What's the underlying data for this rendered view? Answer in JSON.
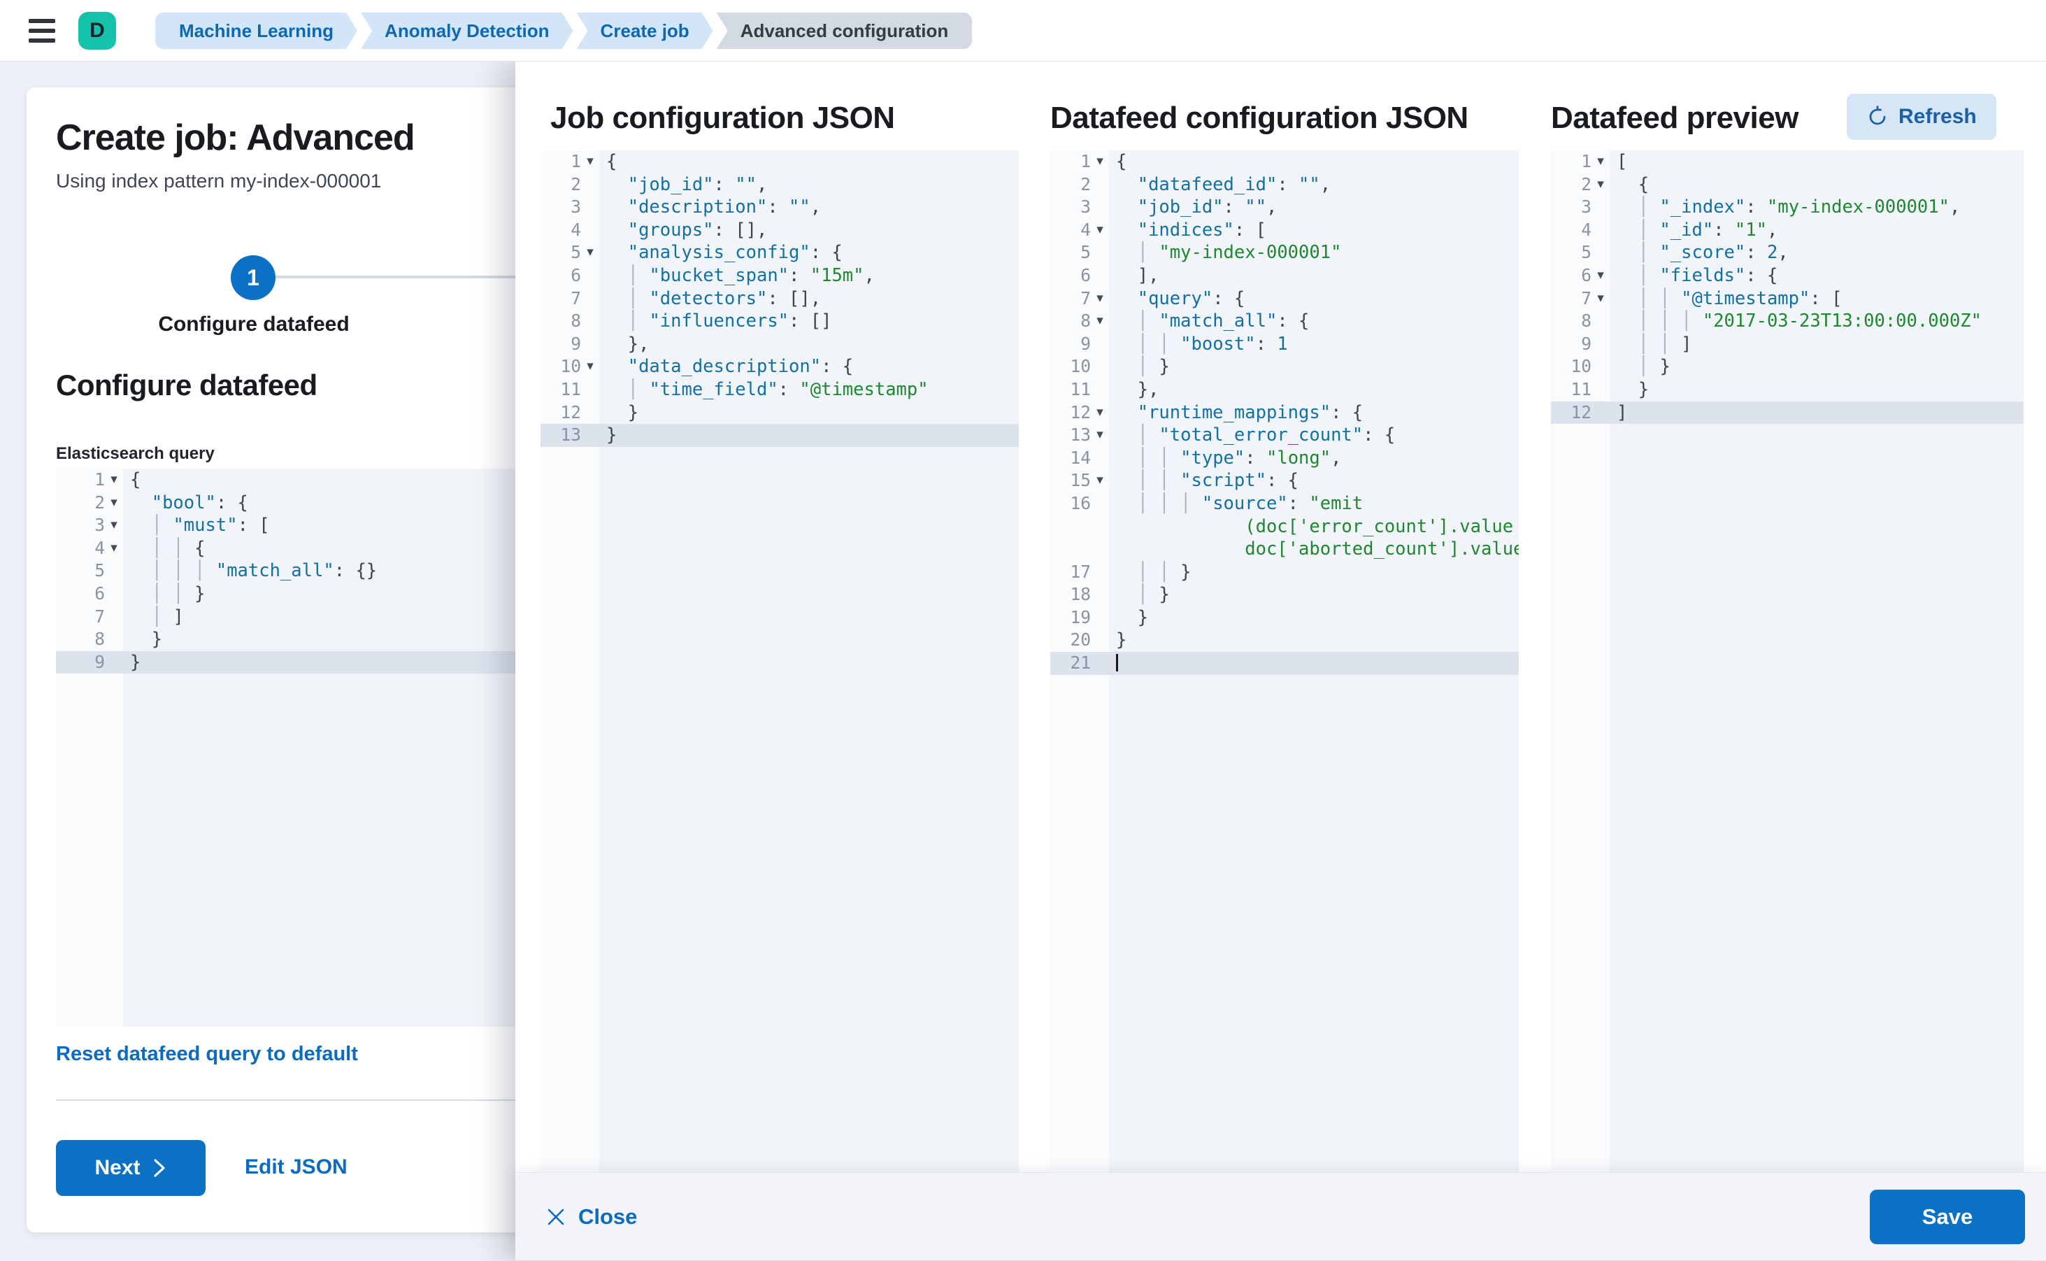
{
  "colors": {
    "primary": "#0b71c5",
    "link": "#0b6bc0",
    "avatar_bg": "#16c2aa",
    "crumb_blue_bg": "#d2e6f7",
    "crumb_blue_text": "#0d68b1",
    "crumb_gray_bg": "#d3dae4",
    "code_key": "#1270a2",
    "code_string": "#1e8730",
    "active_line": "#dce3ed",
    "refresh_bg": "#d6e6f7"
  },
  "nav": {
    "avatar_initial": "D",
    "breadcrumbs": [
      {
        "label": "Machine Learning",
        "style": "blue"
      },
      {
        "label": "Anomaly Detection",
        "style": "blue"
      },
      {
        "label": "Create job",
        "style": "blue"
      },
      {
        "label": "Advanced configuration",
        "style": "gray"
      }
    ]
  },
  "card": {
    "title": "Create job: Advanced",
    "subtitle": "Using index pattern my-index-000001",
    "step": {
      "number": "1",
      "label": "Configure datafeed"
    },
    "section_heading": "Configure datafeed",
    "query_label": "Elasticsearch query",
    "reset_link": "Reset datafeed query to default",
    "next_label": "Next",
    "edit_json_label": "Edit JSON"
  },
  "footer": {
    "close_label": "Close",
    "save_label": "Save"
  },
  "editors": {
    "query": {
      "lines": [
        {
          "n": 1,
          "fold": true,
          "ind": 0,
          "segs": [
            [
              "p",
              "{"
            ]
          ]
        },
        {
          "n": 2,
          "fold": true,
          "ind": 2,
          "segs": [
            [
              "k",
              "\"bool\""
            ],
            [
              "p",
              ": {"
            ]
          ]
        },
        {
          "n": 3,
          "fold": true,
          "ind": 4,
          "segs": [
            [
              "k",
              "\"must\""
            ],
            [
              "p",
              ": ["
            ]
          ]
        },
        {
          "n": 4,
          "fold": true,
          "ind": 6,
          "segs": [
            [
              "p",
              "{"
            ]
          ]
        },
        {
          "n": 5,
          "fold": false,
          "ind": 8,
          "segs": [
            [
              "k",
              "\"match_all\""
            ],
            [
              "p",
              ": {}"
            ]
          ]
        },
        {
          "n": 6,
          "fold": false,
          "ind": 6,
          "segs": [
            [
              "p",
              "}"
            ]
          ]
        },
        {
          "n": 7,
          "fold": false,
          "ind": 4,
          "segs": [
            [
              "p",
              "]"
            ]
          ]
        },
        {
          "n": 8,
          "fold": false,
          "ind": 2,
          "segs": [
            [
              "p",
              "}"
            ]
          ]
        },
        {
          "n": 9,
          "fold": false,
          "ind": 0,
          "active": true,
          "segs": [
            [
              "p",
              "}"
            ]
          ]
        }
      ]
    },
    "job": {
      "title": "Job configuration JSON",
      "lines": [
        {
          "n": 1,
          "fold": true,
          "ind": 0,
          "segs": [
            [
              "p",
              "{"
            ]
          ]
        },
        {
          "n": 2,
          "fold": false,
          "ind": 2,
          "segs": [
            [
              "k",
              "\"job_id\""
            ],
            [
              "p",
              ": "
            ],
            [
              "k",
              "\"\""
            ],
            [
              "p",
              ","
            ]
          ]
        },
        {
          "n": 3,
          "fold": false,
          "ind": 2,
          "segs": [
            [
              "k",
              "\"description\""
            ],
            [
              "p",
              ": "
            ],
            [
              "k",
              "\"\""
            ],
            [
              "p",
              ","
            ]
          ]
        },
        {
          "n": 4,
          "fold": false,
          "ind": 2,
          "segs": [
            [
              "k",
              "\"groups\""
            ],
            [
              "p",
              ": [],"
            ]
          ]
        },
        {
          "n": 5,
          "fold": true,
          "ind": 2,
          "segs": [
            [
              "k",
              "\"analysis_config\""
            ],
            [
              "p",
              ": {"
            ]
          ]
        },
        {
          "n": 6,
          "fold": false,
          "ind": 4,
          "segs": [
            [
              "k",
              "\"bucket_span\""
            ],
            [
              "p",
              ": "
            ],
            [
              "s",
              "\"15m\""
            ],
            [
              "p",
              ","
            ]
          ]
        },
        {
          "n": 7,
          "fold": false,
          "ind": 4,
          "segs": [
            [
              "k",
              "\"detectors\""
            ],
            [
              "p",
              ": [],"
            ]
          ]
        },
        {
          "n": 8,
          "fold": false,
          "ind": 4,
          "segs": [
            [
              "k",
              "\"influencers\""
            ],
            [
              "p",
              ": []"
            ]
          ]
        },
        {
          "n": 9,
          "fold": false,
          "ind": 2,
          "segs": [
            [
              "p",
              "},"
            ]
          ]
        },
        {
          "n": 10,
          "fold": true,
          "ind": 2,
          "segs": [
            [
              "k",
              "\"data_description\""
            ],
            [
              "p",
              ": {"
            ]
          ]
        },
        {
          "n": 11,
          "fold": false,
          "ind": 4,
          "segs": [
            [
              "k",
              "\"time_field\""
            ],
            [
              "p",
              ": "
            ],
            [
              "s",
              "\"@timestamp\""
            ]
          ]
        },
        {
          "n": 12,
          "fold": false,
          "ind": 2,
          "segs": [
            [
              "p",
              "}"
            ]
          ]
        },
        {
          "n": 13,
          "fold": false,
          "ind": 0,
          "active": true,
          "segs": [
            [
              "p",
              "}"
            ]
          ]
        }
      ]
    },
    "datafeed": {
      "title": "Datafeed configuration JSON",
      "lines": [
        {
          "n": 1,
          "fold": true,
          "ind": 0,
          "segs": [
            [
              "p",
              "{"
            ]
          ]
        },
        {
          "n": 2,
          "fold": false,
          "ind": 2,
          "segs": [
            [
              "k",
              "\"datafeed_id\""
            ],
            [
              "p",
              ": "
            ],
            [
              "k",
              "\"\""
            ],
            [
              "p",
              ","
            ]
          ]
        },
        {
          "n": 3,
          "fold": false,
          "ind": 2,
          "segs": [
            [
              "k",
              "\"job_id\""
            ],
            [
              "p",
              ": "
            ],
            [
              "k",
              "\"\""
            ],
            [
              "p",
              ","
            ]
          ]
        },
        {
          "n": 4,
          "fold": true,
          "ind": 2,
          "segs": [
            [
              "k",
              "\"indices\""
            ],
            [
              "p",
              ": ["
            ]
          ]
        },
        {
          "n": 5,
          "fold": false,
          "ind": 4,
          "segs": [
            [
              "s",
              "\"my-index-000001\""
            ]
          ]
        },
        {
          "n": 6,
          "fold": false,
          "ind": 2,
          "segs": [
            [
              "p",
              "],"
            ]
          ]
        },
        {
          "n": 7,
          "fold": true,
          "ind": 2,
          "segs": [
            [
              "k",
              "\"query\""
            ],
            [
              "p",
              ": {"
            ]
          ]
        },
        {
          "n": 8,
          "fold": true,
          "ind": 4,
          "segs": [
            [
              "k",
              "\"match_all\""
            ],
            [
              "p",
              ": {"
            ]
          ]
        },
        {
          "n": 9,
          "fold": false,
          "ind": 6,
          "segs": [
            [
              "k",
              "\"boost\""
            ],
            [
              "p",
              ": "
            ],
            [
              "n",
              "1"
            ]
          ]
        },
        {
          "n": 10,
          "fold": false,
          "ind": 4,
          "segs": [
            [
              "p",
              "}"
            ]
          ]
        },
        {
          "n": 11,
          "fold": false,
          "ind": 2,
          "segs": [
            [
              "p",
              "},"
            ]
          ]
        },
        {
          "n": 12,
          "fold": true,
          "ind": 2,
          "segs": [
            [
              "k",
              "\"runtime_mappings\""
            ],
            [
              "p",
              ": {"
            ]
          ]
        },
        {
          "n": 13,
          "fold": true,
          "ind": 4,
          "segs": [
            [
              "k",
              "\"total_error_count\""
            ],
            [
              "p",
              ": {"
            ]
          ]
        },
        {
          "n": 14,
          "fold": false,
          "ind": 6,
          "segs": [
            [
              "k",
              "\"type\""
            ],
            [
              "p",
              ": "
            ],
            [
              "s",
              "\"long\""
            ],
            [
              "p",
              ","
            ]
          ]
        },
        {
          "n": 15,
          "fold": true,
          "ind": 6,
          "segs": [
            [
              "k",
              "\"script\""
            ],
            [
              "p",
              ": {"
            ]
          ]
        },
        {
          "n": 16,
          "fold": false,
          "ind": 8,
          "segs": [
            [
              "k",
              "\"source\""
            ],
            [
              "p",
              ": "
            ],
            [
              "s",
              "\"emit"
            ]
          ]
        },
        {
          "n": "",
          "wrap": true,
          "ind": 12,
          "segs": [
            [
              "s",
              "(doc['error_count'].value +"
            ]
          ]
        },
        {
          "n": "",
          "wrap": true,
          "ind": 12,
          "segs": [
            [
              "s",
              "doc['aborted_count'].value)\""
            ]
          ]
        },
        {
          "n": 17,
          "fold": false,
          "ind": 6,
          "segs": [
            [
              "p",
              "}"
            ]
          ]
        },
        {
          "n": 18,
          "fold": false,
          "ind": 4,
          "segs": [
            [
              "p",
              "}"
            ]
          ]
        },
        {
          "n": 19,
          "fold": false,
          "ind": 2,
          "segs": [
            [
              "p",
              "}"
            ]
          ]
        },
        {
          "n": 20,
          "fold": false,
          "ind": 0,
          "segs": [
            [
              "p",
              "}"
            ]
          ]
        },
        {
          "n": 21,
          "fold": false,
          "ind": 0,
          "active": true,
          "caret": true,
          "segs": []
        }
      ]
    },
    "preview": {
      "title": "Datafeed preview",
      "refresh_label": "Refresh",
      "lines": [
        {
          "n": 1,
          "fold": true,
          "ind": 0,
          "segs": [
            [
              "p",
              "["
            ]
          ]
        },
        {
          "n": 2,
          "fold": true,
          "ind": 2,
          "segs": [
            [
              "p",
              "{"
            ]
          ]
        },
        {
          "n": 3,
          "fold": false,
          "ind": 4,
          "segs": [
            [
              "k",
              "\"_index\""
            ],
            [
              "p",
              ": "
            ],
            [
              "s",
              "\"my-index-000001\""
            ],
            [
              "p",
              ","
            ]
          ]
        },
        {
          "n": 4,
          "fold": false,
          "ind": 4,
          "segs": [
            [
              "k",
              "\"_id\""
            ],
            [
              "p",
              ": "
            ],
            [
              "s",
              "\"1\""
            ],
            [
              "p",
              ","
            ]
          ]
        },
        {
          "n": 5,
          "fold": false,
          "ind": 4,
          "segs": [
            [
              "k",
              "\"_score\""
            ],
            [
              "p",
              ": "
            ],
            [
              "n",
              "2"
            ],
            [
              "p",
              ","
            ]
          ]
        },
        {
          "n": 6,
          "fold": true,
          "ind": 4,
          "segs": [
            [
              "k",
              "\"fields\""
            ],
            [
              "p",
              ": {"
            ]
          ]
        },
        {
          "n": 7,
          "fold": true,
          "ind": 6,
          "segs": [
            [
              "k",
              "\"@timestamp\""
            ],
            [
              "p",
              ": ["
            ]
          ]
        },
        {
          "n": 8,
          "fold": false,
          "ind": 8,
          "segs": [
            [
              "s",
              "\"2017-03-23T13:00:00.000Z\""
            ]
          ]
        },
        {
          "n": 9,
          "fold": false,
          "ind": 6,
          "segs": [
            [
              "p",
              "]"
            ]
          ]
        },
        {
          "n": 10,
          "fold": false,
          "ind": 4,
          "segs": [
            [
              "p",
              "}"
            ]
          ]
        },
        {
          "n": 11,
          "fold": false,
          "ind": 2,
          "segs": [
            [
              "p",
              "}"
            ]
          ]
        },
        {
          "n": 12,
          "fold": false,
          "ind": 0,
          "active": true,
          "segs": [
            [
              "p",
              "]"
            ]
          ]
        }
      ]
    }
  }
}
